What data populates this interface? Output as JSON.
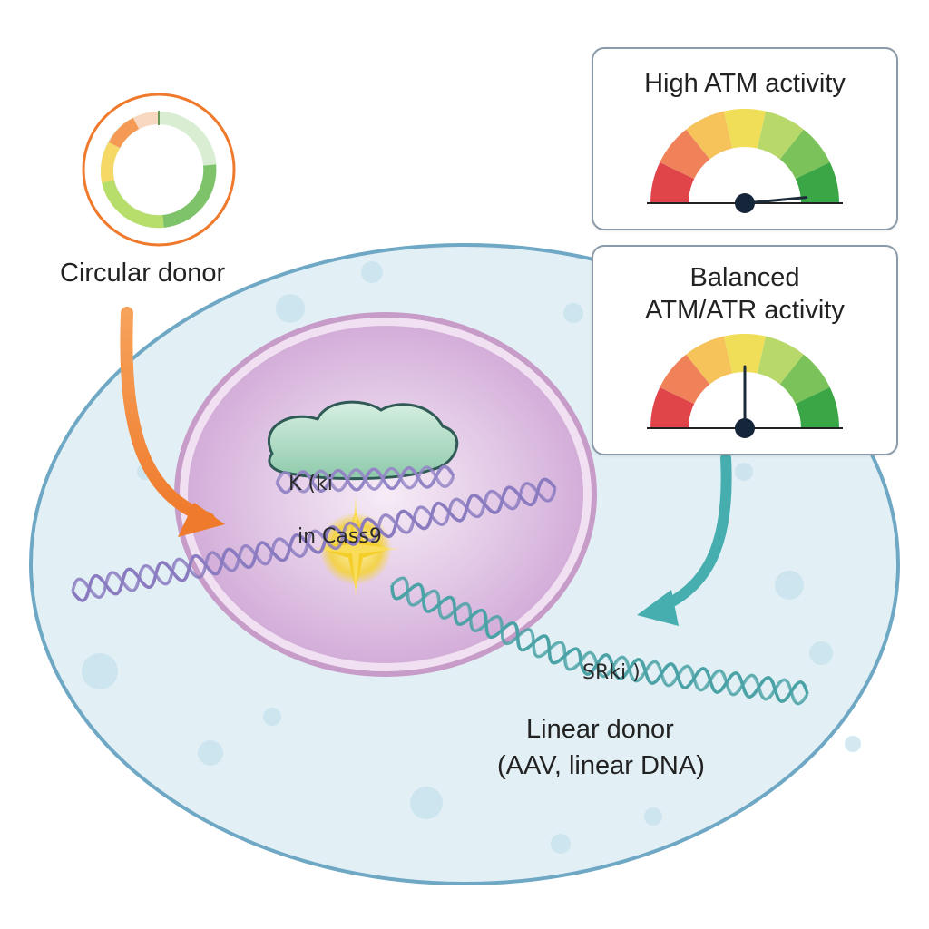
{
  "labels": {
    "circular_donor": "Circular donor",
    "linear_donor_line1": "Linear donor",
    "linear_donor_line2": "(AAV, linear DNA)",
    "cas9": "in Cass9",
    "dna_top": "K (ki",
    "dna_bottom": "SRki )"
  },
  "panels": [
    {
      "title_line1": "High ATM activity",
      "title_line2": "",
      "gauge_level": 0.97
    },
    {
      "title_line1": "Balanced",
      "title_line2": "ATM/ATR activity",
      "gauge_level": 0.5
    }
  ],
  "colors": {
    "cell_fill": "#e2f0f6",
    "cell_border": "#6fa8c4",
    "nucleus_fill": "#d7b6dd",
    "nucleus_border": "#c79cc8",
    "dna_purple": "#8a7bc0",
    "dna_teal": "#4aa3a6",
    "arrow_orange": "#f0873a",
    "arrow_teal": "#47aeb0",
    "break_yellow": "#f4d23a",
    "cas9_green": "#a9d9c0"
  }
}
